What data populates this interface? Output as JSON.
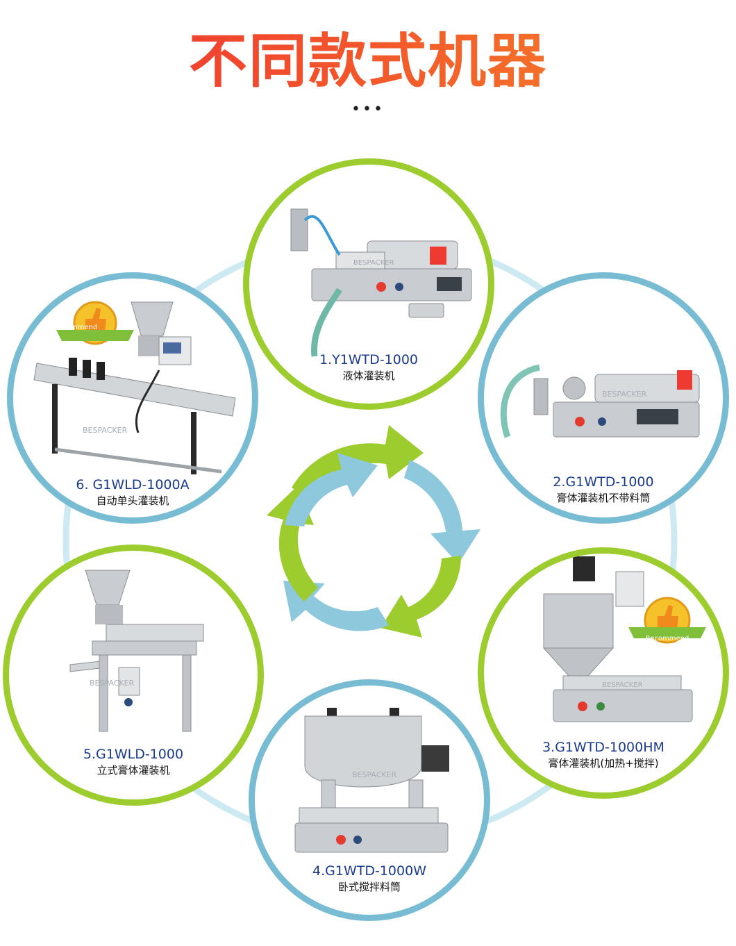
{
  "title": "不同款式机器",
  "dots": "•••",
  "colors": {
    "green": "#9ccc2e",
    "blue": "#78bcd4",
    "title_red": "#ee2d34",
    "title_orange": "#f58726",
    "model_text": "#1a3a8c"
  },
  "machines": [
    {
      "model": "1.Y1WTD-1000",
      "desc": "液体灌装机"
    },
    {
      "model": "2.G1WTD-1000",
      "desc": "膏体灌装机不带料筒"
    },
    {
      "model": "3.G1WTD-1000HM",
      "desc": "膏体灌装机(加热+搅拌)"
    },
    {
      "model": "4.G1WTD-1000W",
      "desc": "卧式搅拌料筒"
    },
    {
      "model": "5.G1WLD-1000",
      "desc": "立式膏体灌装机"
    },
    {
      "model": "6. G1WLD-1000A",
      "desc": "自动单头灌装机"
    }
  ],
  "badge_text": "Recommend",
  "watermark": "BESPACKER"
}
